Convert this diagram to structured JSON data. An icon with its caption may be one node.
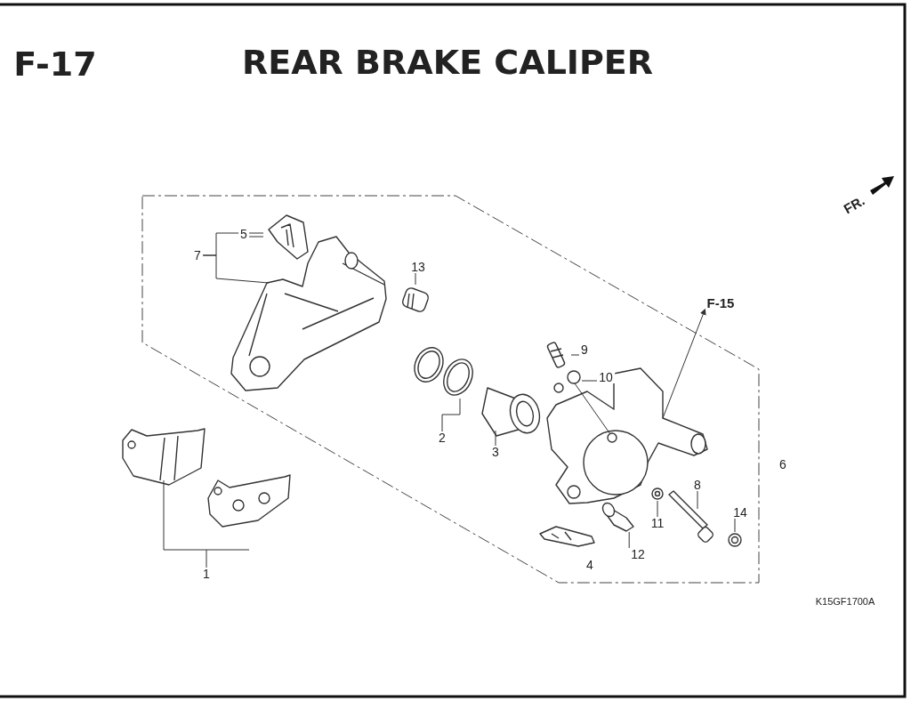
{
  "diagram": {
    "title": "REAR BRAKE CALIPER",
    "nodes": [
      {
        "text": [
          "7"
        ]
      },
      {
        "text": [
          "5"
        ]
      },
      {
        "text": [],
        "shape": "picture"
      },
      {
        "text": [],
        "shape": "picture"
      },
      {
        "text": [
          "13"
        ]
      },
      {
        "text": [],
        "shape": "picture"
      },
      {
        "text": [
          "F-15"
        ]
      },
      {
        "text": [
          "9"
        ]
      },
      {
        "text": [],
        "shape": "picture"
      },
      {
        "text": [
          "10"
        ]
      },
      {
        "text": [],
        "shape": "picture"
      },
      {
        "text": [],
        "shape": "picture"
      },
      {
        "text": [],
        "shape": "picture"
      },
      {
        "text": [
          "2"
        ]
      },
      {
        "text": [],
        "shape": "picture"
      },
      {
        "text": [
          "3"
        ]
      },
      {
        "text": [],
        "shape": "picture"
      },
      {
        "text": [
          "1"
        ]
      },
      {
        "text": [
          "8"
        ]
      },
      {
        "text": [],
        "shape": "picture"
      },
      {
        "text": [
          "11"
        ]
      },
      {
        "text": [],
        "shape": "picture"
      },
      {
        "text": [
          "14"
        ]
      },
      {
        "text": [],
        "shape": "picture"
      },
      {
        "text": [
          "12"
        ]
      },
      {
        "text": [],
        "shape": "picture"
      }
    ],
    "edges": [
      {
        "from": 0,
        "to": 3,
        "arrow": "none"
      },
      {
        "from": 0,
        "to": 2,
        "arrow": "none"
      },
      {
        "from": 1,
        "to": 2,
        "arrow": "none"
      },
      {
        "from": 4,
        "to": 5,
        "arrow": "none"
      },
      {
        "from": 11,
        "to": 6,
        "arrow": "to"
      },
      {
        "from": 7,
        "to": 8,
        "arrow": "none"
      },
      {
        "from": 9,
        "to": 10,
        "arrow": "none"
      },
      {
        "from": 10,
        "to": 11,
        "arrow": "none"
      },
      {
        "from": 13,
        "to": 12,
        "arrow": "none"
      },
      {
        "from": 15,
        "to": 14,
        "arrow": "none"
      },
      {
        "from": 17,
        "to": 16,
        "arrow": "none"
      },
      {
        "from": 18,
        "to": 19,
        "arrow": "none"
      },
      {
        "from": 20,
        "to": 21,
        "arrow": "none"
      },
      {
        "from": 22,
        "to": 23,
        "arrow": "none"
      },
      {
        "from": 24,
        "to": 25,
        "arrow": "none"
      }
    ],
    "labels": [
      "F-17",
      "FR.",
      "6",
      "4",
      "K15GF1700A"
    ]
  }
}
